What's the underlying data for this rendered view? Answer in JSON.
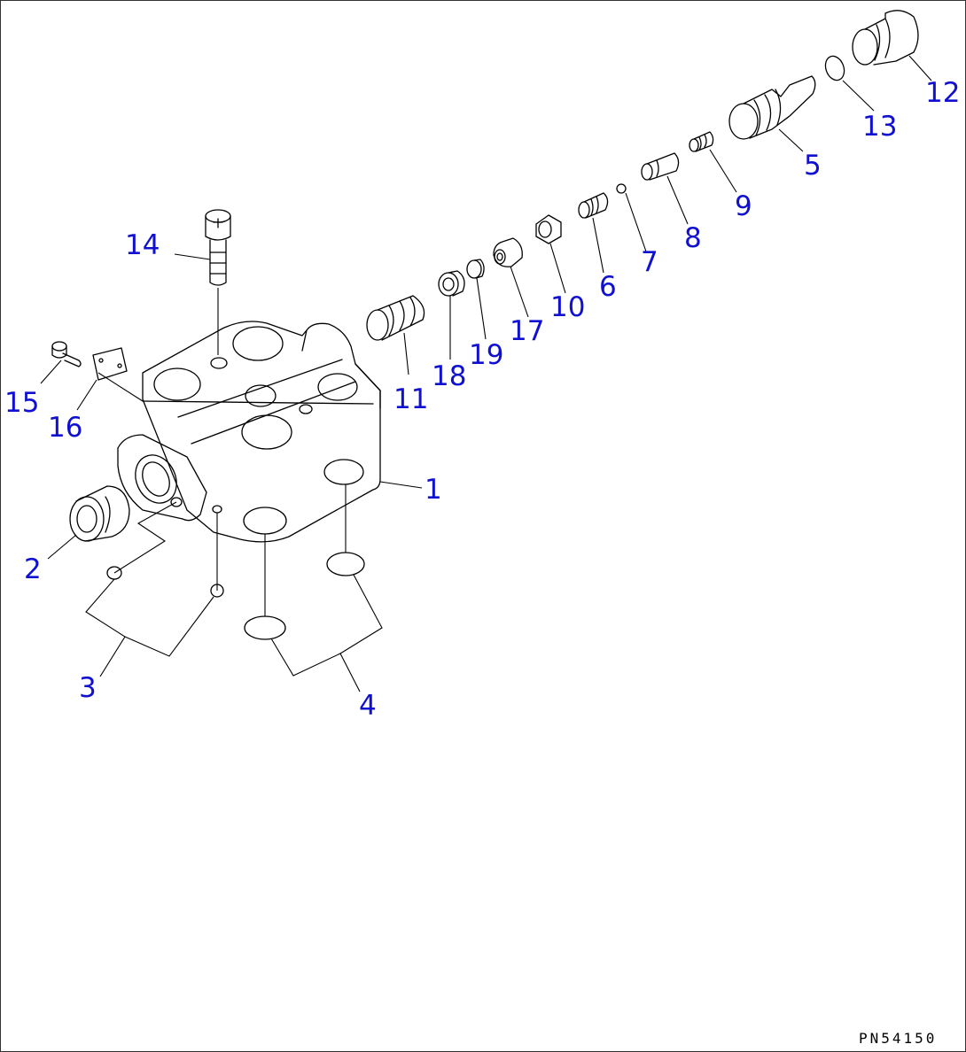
{
  "diagram": {
    "drawing_code": "PN54150",
    "callouts": [
      {
        "id": "1",
        "label": "1"
      },
      {
        "id": "2",
        "label": "2"
      },
      {
        "id": "3",
        "label": "3"
      },
      {
        "id": "4",
        "label": "4"
      },
      {
        "id": "5",
        "label": "5"
      },
      {
        "id": "6",
        "label": "6"
      },
      {
        "id": "7",
        "label": "7"
      },
      {
        "id": "8",
        "label": "8"
      },
      {
        "id": "9",
        "label": "9"
      },
      {
        "id": "10",
        "label": "10"
      },
      {
        "id": "11",
        "label": "11"
      },
      {
        "id": "12",
        "label": "12"
      },
      {
        "id": "13",
        "label": "13"
      },
      {
        "id": "14",
        "label": "14"
      },
      {
        "id": "15",
        "label": "15"
      },
      {
        "id": "16",
        "label": "16"
      },
      {
        "id": "17",
        "label": "17"
      },
      {
        "id": "18",
        "label": "18"
      },
      {
        "id": "19",
        "label": "19"
      }
    ]
  }
}
